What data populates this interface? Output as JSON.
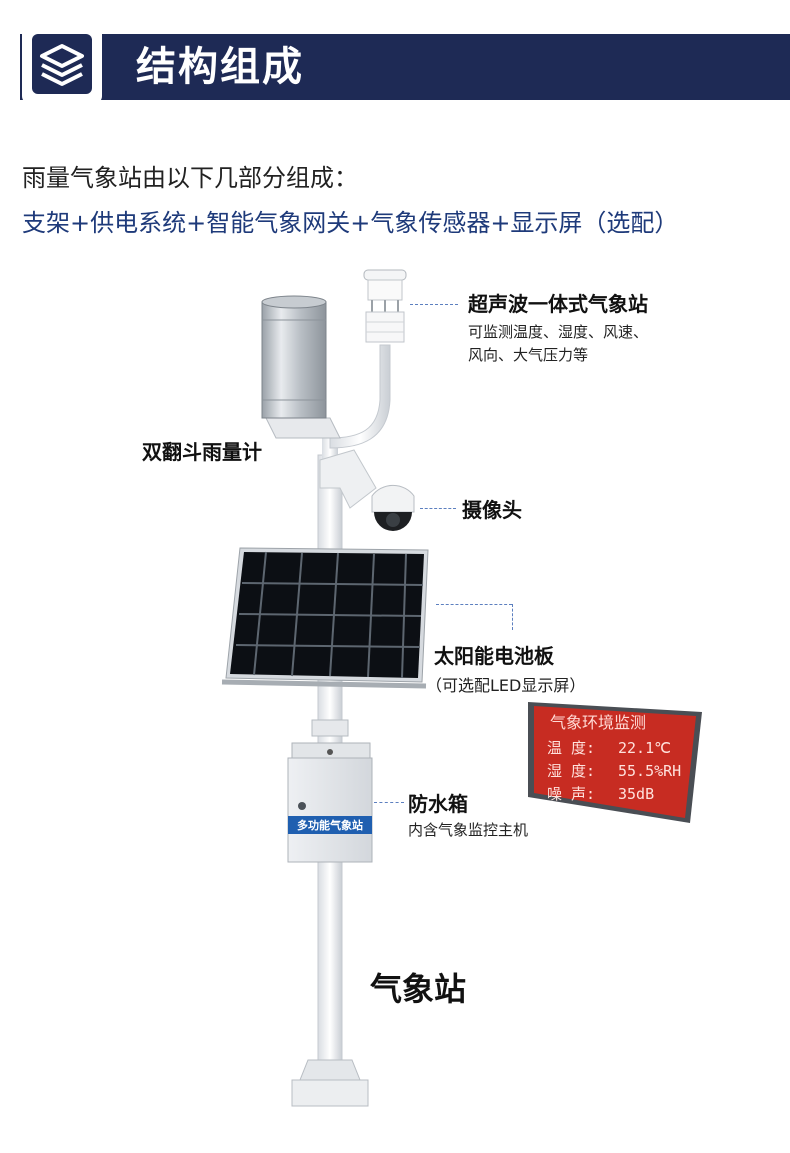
{
  "header": {
    "title": "结构组成",
    "icon": "layers-icon"
  },
  "intro": {
    "line1": "雨量气象站由以下几部分组成：",
    "line2": "支架+供电系统+智能气象网关+气象传感器+显示屏（选配）"
  },
  "components": {
    "ultrasonic": {
      "title": "超声波一体式气象站",
      "desc1": "可监测温度、湿度、风速、",
      "desc2": "风向、大气压力等"
    },
    "rain_gauge": {
      "title": "双翻斗雨量计"
    },
    "camera": {
      "title": "摄像头"
    },
    "solar": {
      "title": "太阳能电池板",
      "desc": "（可选配LED显示屏）"
    },
    "box": {
      "title": "防水箱",
      "desc": "内含气象监控主机",
      "plate": "多功能气象站"
    },
    "station": {
      "title": "气象站"
    }
  },
  "led": {
    "title": "气象环境监测",
    "rows": [
      {
        "label": "温  度:",
        "value": "22.1℃"
      },
      {
        "label": "湿  度:",
        "value": "55.5%RH"
      },
      {
        "label": "噪  声:",
        "value": "35dB"
      }
    ]
  },
  "colors": {
    "header_bg": "#1e2a55",
    "accent": "#1e3a7a",
    "led_bg": "#c72c22"
  }
}
